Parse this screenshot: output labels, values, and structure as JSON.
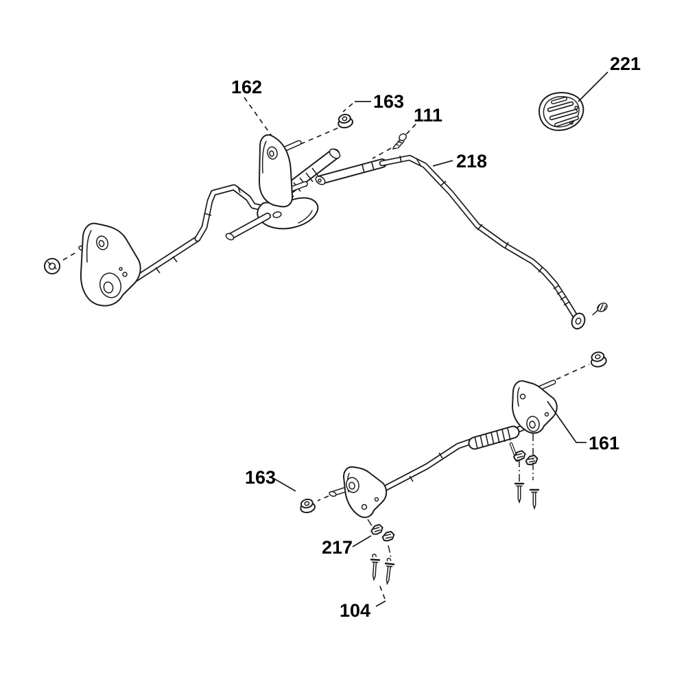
{
  "diagram": {
    "type": "exploded-parts-diagram",
    "background_color": "#ffffff",
    "line_color": "#1c1c1c",
    "label_color": "#000000",
    "callouts": [
      {
        "id": "221",
        "text": "221",
        "part": "vented-cap"
      },
      {
        "id": "162",
        "text": "162",
        "part": "upper-pivot-bracket"
      },
      {
        "id": "163-upper",
        "text": "163",
        "part": "flange-nut"
      },
      {
        "id": "111",
        "text": "111",
        "part": "small-screw"
      },
      {
        "id": "218",
        "text": "218",
        "part": "control-rod"
      },
      {
        "id": "161",
        "text": "161",
        "part": "lower-pivot-bracket"
      },
      {
        "id": "163-lower",
        "text": "163",
        "part": "flange-nut"
      },
      {
        "id": "217",
        "text": "217",
        "part": "cable-clip"
      },
      {
        "id": "104",
        "text": "104",
        "part": "mounting-bolt"
      }
    ]
  }
}
